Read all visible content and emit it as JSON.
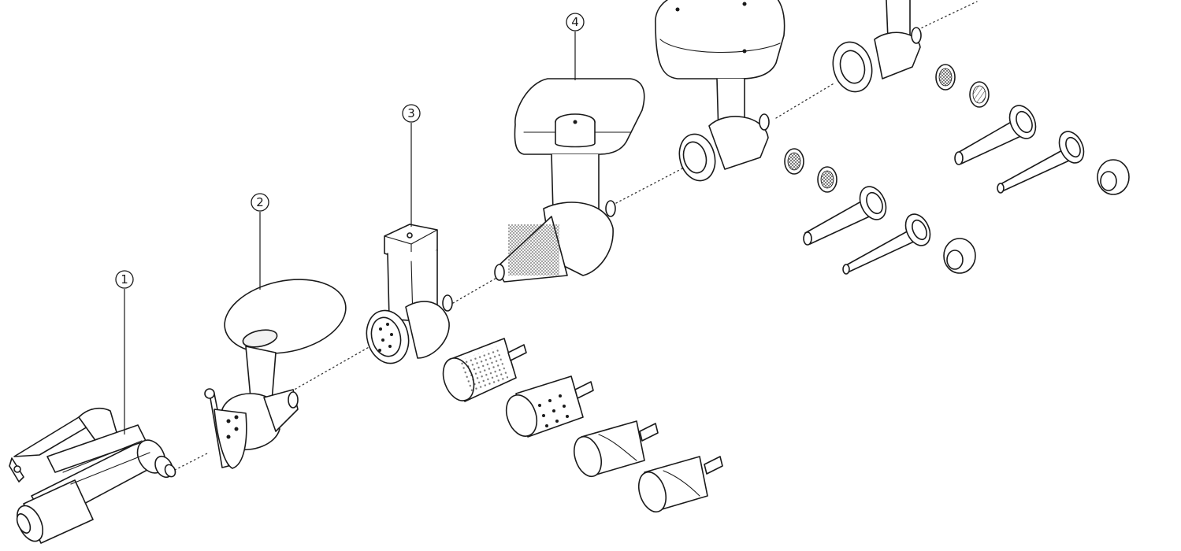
{
  "callouts": [
    {
      "id": "1",
      "label": "1"
    },
    {
      "id": "2",
      "label": "2"
    },
    {
      "id": "3",
      "label": "3"
    },
    {
      "id": "4",
      "label": "4"
    }
  ],
  "colors": {
    "ink": "#1a1a1a",
    "background": "#ffffff",
    "fill": "#f2f2f2"
  }
}
